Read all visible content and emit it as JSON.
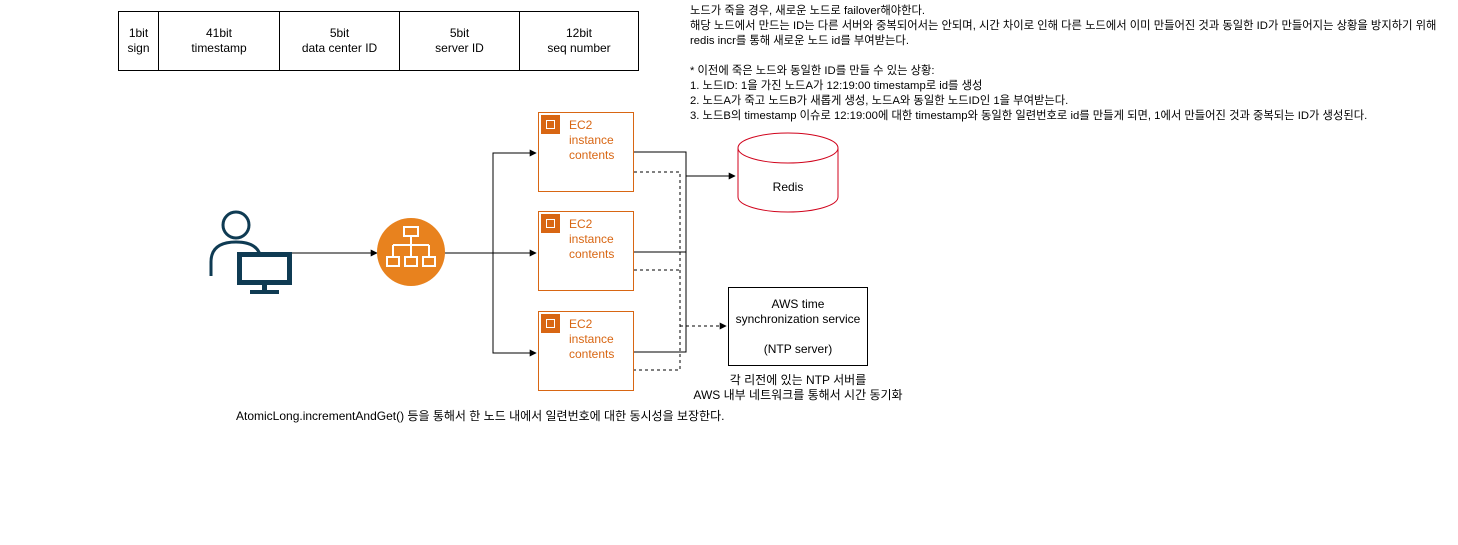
{
  "id_layout": {
    "cells": [
      {
        "line1": "1bit",
        "line2": "sign"
      },
      {
        "line1": "41bit",
        "line2": "timestamp"
      },
      {
        "line1": "5bit",
        "line2": "data center ID"
      },
      {
        "line1": "5bit",
        "line2": "server ID"
      },
      {
        "line1": "12bit",
        "line2": "seq number"
      }
    ]
  },
  "notes": {
    "lines": [
      "노드가 죽을 경우, 새로운 노드로 failover해야한다.",
      "해당 노드에서 만드는 ID는 다른 서버와 중복되어서는 안되며, 시간 차이로 인해 다른 노드에서 이미 만들어진 것과 동일한 ID가 만들어지는 상황을 방지하기 위해",
      "redis incr를 통해 새로운 노드 id를 부여받는다.",
      "",
      "* 이전에 죽은 노드와 동일한 ID를 만들 수 있는 상황:",
      "1. 노드ID: 1을 가진 노드A가 12:19:00 timestamp로 id를 생성",
      "2. 노드A가 죽고 노드B가 새롭게 생성, 노드A와 동일한 노드ID인 1을 부여받는다.",
      "3. 노드B의 timestamp 이슈로 12:19:00에 대한 timestamp와 동일한 일련번호로 id를 만들게 되면, 1에서 만들어진 것과 중복되는 ID가 생성된다."
    ]
  },
  "ec2_instances": [
    {
      "line1": "EC2",
      "line2": "instance",
      "line3": "contents"
    },
    {
      "line1": "EC2",
      "line2": "instance",
      "line3": "contents"
    },
    {
      "line1": "EC2",
      "line2": "instance",
      "line3": "contents"
    }
  ],
  "redis": {
    "label": "Redis"
  },
  "aws_time": {
    "line1": "AWS time",
    "line2": "synchronization service",
    "line3": "(NTP server)"
  },
  "aws_caption": {
    "line1": "각 리전에 있는 NTP 서버를",
    "line2": "AWS 내부 네트워크를 통해서 시간 동기화"
  },
  "bottom_note": "AtomicLong.incrementAndGet() 등을 통해서 한 노드 내에서 일련번호에 대한 동시성을 보장한다.",
  "colors": {
    "ec2": "#d86613",
    "redis": "#d0021b",
    "user": "#0f3b53",
    "lb": "#e8821e"
  },
  "icons": [
    "user-with-monitor-icon",
    "load-balancer-icon",
    "ec2-chip-icon",
    "database-cylinder-icon"
  ]
}
